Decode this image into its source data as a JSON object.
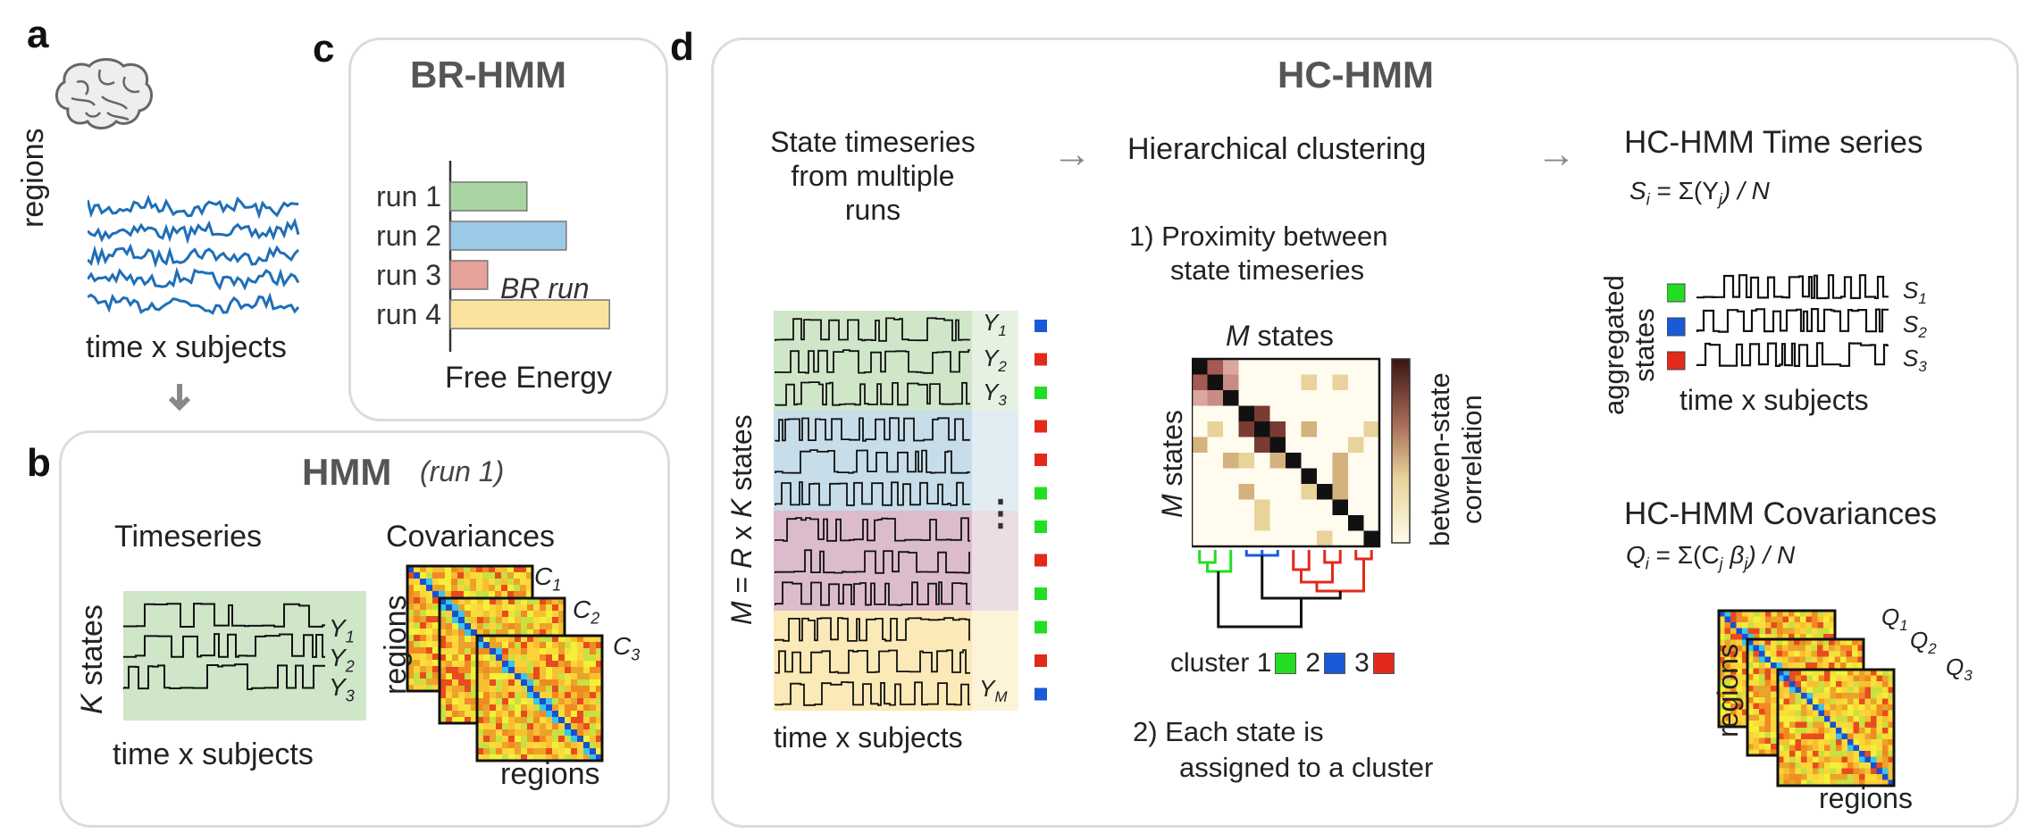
{
  "panels": {
    "a": {
      "letter": "a",
      "ylabel": "regions",
      "xlabel": "time x subjects",
      "colors": {
        "signal": "#1f6fb7"
      }
    },
    "b": {
      "letter": "b",
      "title": "HMM",
      "title_suffix": "(run 1)",
      "timeseries_label": "Timeseries",
      "covariances_label": "Covariances",
      "states_label_k": "K",
      "states_label": "states",
      "xlabel": "time x subjects",
      "cov_ylabel": "regions",
      "cov_xlabel": "regions",
      "series": [
        {
          "label": "Y",
          "sub": "1"
        },
        {
          "label": "Y",
          "sub": "2"
        },
        {
          "label": "Y",
          "sub": "3"
        }
      ],
      "cov": [
        {
          "label": "C",
          "sub": "1"
        },
        {
          "label": "C",
          "sub": "2"
        },
        {
          "label": "C",
          "sub": "3"
        }
      ]
    },
    "c": {
      "letter": "c",
      "title": "BR-HMM",
      "xlabel": "Free Energy",
      "annotation": "BR run",
      "bars": [
        {
          "label": "run 1",
          "value": 0.39,
          "color": "#a8d5a2"
        },
        {
          "label": "run 2",
          "value": 0.59,
          "color": "#9dc9e8"
        },
        {
          "label": "run 3",
          "value": 0.19,
          "color": "#e4a29b"
        },
        {
          "label": "run 4",
          "value": 0.81,
          "color": "#fbe39e"
        }
      ]
    },
    "d": {
      "letter": "d",
      "title": "HC-HMM",
      "arrow": "→",
      "col1_title": [
        "State timeseries",
        "from multiple",
        "runs"
      ],
      "col1_xlabel": "time x subjects",
      "col1_ylabel_m": "M",
      "col1_ylabel_eq": " = ",
      "col1_ylabel_r": "R",
      "col1_ylabel_x": " x ",
      "col1_ylabel_k": "K",
      "col1_ylabel_states": " states",
      "col1_labels": [
        {
          "label": "Y",
          "sub": "1"
        },
        {
          "label": "Y",
          "sub": "2"
        },
        {
          "label": "Y",
          "sub": "3"
        },
        {
          "label": "Y",
          "sub": "M"
        }
      ],
      "ellipsis": "⋮",
      "col2_title": "Hierarchical clustering",
      "step1": [
        "1)  Proximity between",
        "state timeseries"
      ],
      "heatmap_top_m": "M",
      "heatmap_top": " states",
      "heatmap_left_m": "M",
      "heatmap_left": " states",
      "colorbar_label": [
        "between-state",
        "correlation"
      ],
      "cluster_legend": {
        "prefix": "cluster 1",
        "two": "2",
        "three": "3"
      },
      "step2": [
        "2)  Each state is",
        "assigned to a cluster"
      ],
      "col3_title": "HC-HMM Time series",
      "formula_s": {
        "lhs": "S",
        "lhs_sub": "i",
        "mid": " = Σ(Y",
        "mid_sub": "j",
        "rhs": ") / N"
      },
      "agg_ylabel": [
        "aggregated",
        "states"
      ],
      "agg_xlabel": "time x subjects",
      "agg_series": [
        {
          "label": "S",
          "sub": "1",
          "color": "#22dd22"
        },
        {
          "label": "S",
          "sub": "2",
          "color": "#1a5ad8"
        },
        {
          "label": "S",
          "sub": "3",
          "color": "#e22a1a"
        }
      ],
      "col3_cov_title": "HC-HMM Covariances",
      "formula_q": {
        "lhs": "Q",
        "lhs_sub": "i",
        "mid": " = Σ(C",
        "mid_sub": "j",
        "beta": " β",
        "beta_sub": "j",
        "rhs": ") / N"
      },
      "q_labels": [
        {
          "label": "Q",
          "sub": "1"
        },
        {
          "label": "Q",
          "sub": "2"
        },
        {
          "label": "Q",
          "sub": "3"
        }
      ],
      "q_ylabel": "regions",
      "q_xlabel": "regions",
      "colors": {
        "cluster1": "#22dd22",
        "cluster2": "#1a5ad8",
        "cluster3": "#e22a1a"
      }
    }
  }
}
